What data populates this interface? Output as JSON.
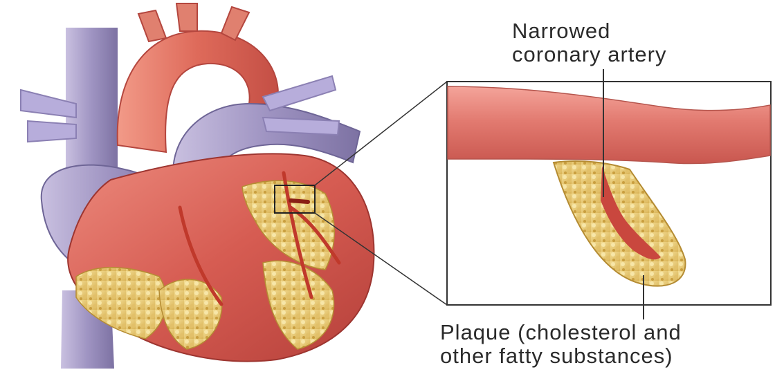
{
  "labels": {
    "narrowed_line1": "Narrowed",
    "narrowed_line2": "coronary artery",
    "plaque_line1": "Plaque (cholesterol and",
    "plaque_line2": "other fatty substances)"
  },
  "colors": {
    "muscle": "#d9655a",
    "muscle_dark": "#b8423c",
    "vein": "#a59ac4",
    "vein_dark": "#7e74a6",
    "aorta": "#e0705f",
    "fat": "#e9cf7a",
    "fat_dark": "#c9a84a",
    "artery_wall": "#e8827a",
    "inset_frame": "#333333"
  }
}
